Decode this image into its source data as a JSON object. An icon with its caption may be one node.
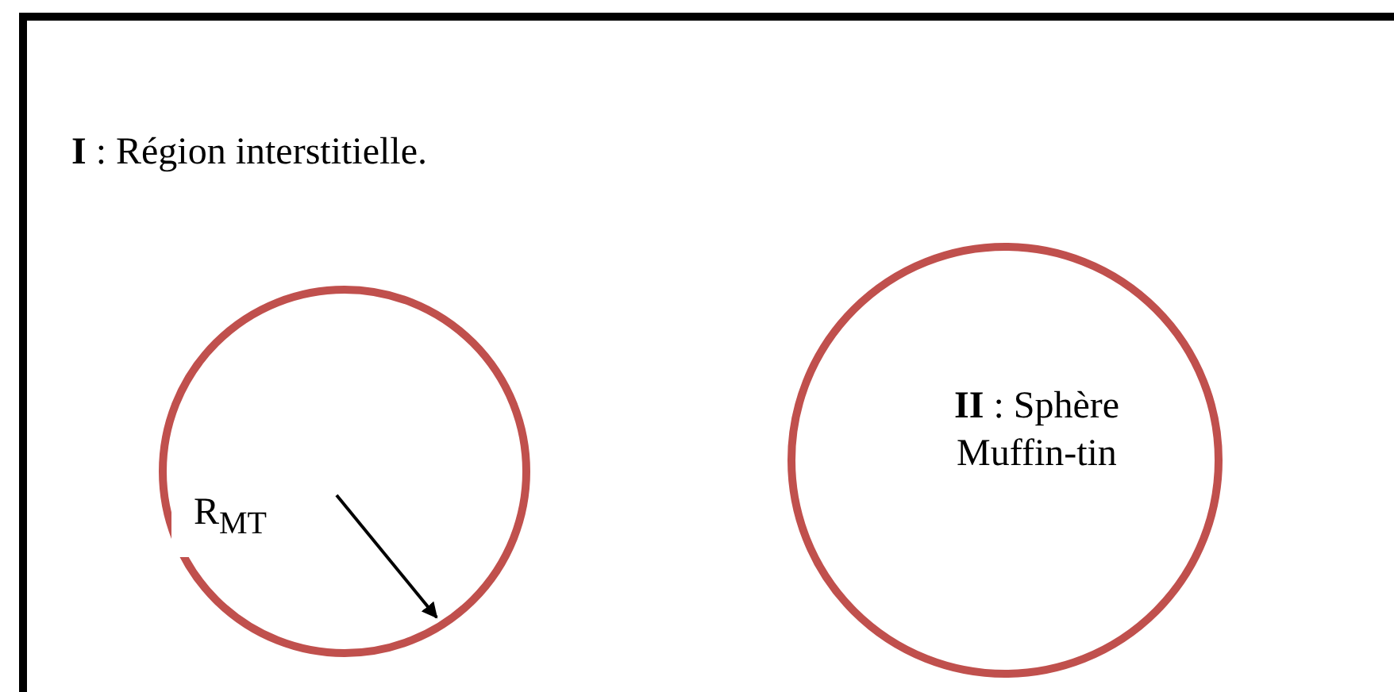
{
  "diagram": {
    "nodes": [
      {
        "text": [
          "**I** : Région interstitielle."
        ]
      },
      {
        "text": [],
        "shape": "circle",
        "in": 0
      },
      {
        "text": [
          "**II** : Sphère Muffin-tin"
        ],
        "in": 0
      }
    ],
    "labels": [
      "R$_{MT}$"
    ]
  }
}
